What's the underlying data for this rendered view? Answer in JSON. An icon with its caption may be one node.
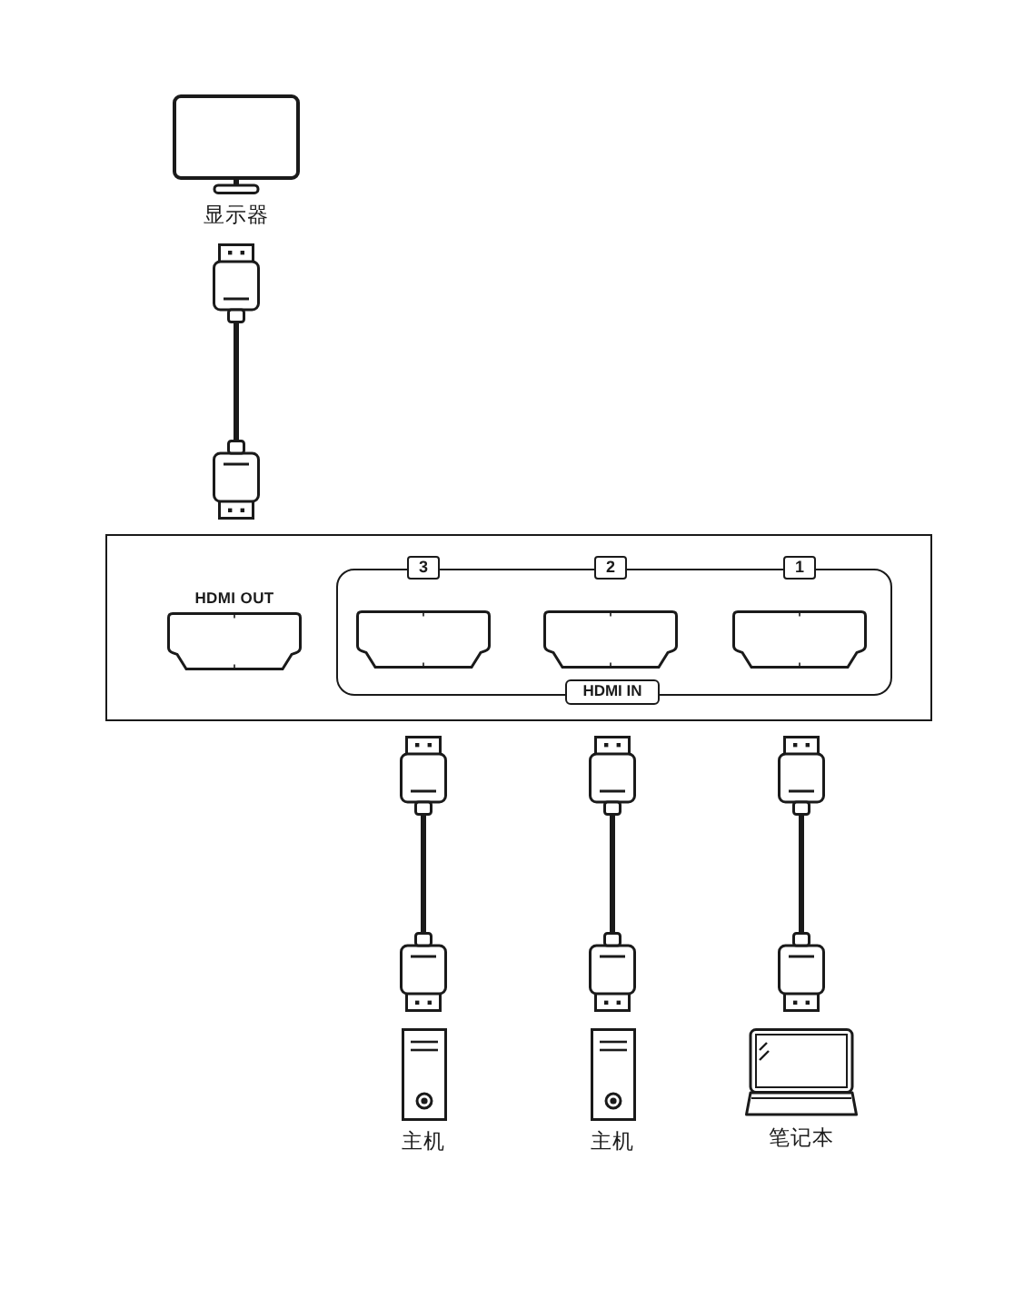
{
  "diagram": {
    "nodes": [
      {
        "text": [
          "显示器"
        ]
      },
      {
        "text": [],
        "shape": "picture"
      },
      {
        "text": [],
        "shape": "picture"
      },
      {
        "text": [],
        "shape": "box"
      },
      {
        "text": [
          "HDMI OUT"
        ],
        "in": 3
      },
      {
        "text": [
          "HDMI IN"
        ],
        "in": 3
      },
      {
        "text": [
          "3"
        ],
        "in": 5
      },
      {
        "text": [
          "2"
        ],
        "in": 5
      },
      {
        "text": [
          "1"
        ],
        "in": 5
      },
      {
        "text": [],
        "shape": "picture"
      },
      {
        "text": [],
        "shape": "picture"
      },
      {
        "text": [],
        "shape": "picture"
      },
      {
        "text": [],
        "shape": "picture"
      },
      {
        "text": [],
        "shape": "picture"
      },
      {
        "text": [],
        "shape": "picture"
      },
      {
        "text": [
          "主机"
        ]
      },
      {
        "text": [
          "主机"
        ]
      },
      {
        "text": [
          "笔记本"
        ]
      }
    ],
    "edges": [
      {
        "from": 1,
        "to": 2,
        "arrow": "none"
      },
      {
        "from": 9,
        "to": 12,
        "arrow": "none"
      },
      {
        "from": 10,
        "to": 13,
        "arrow": "none"
      },
      {
        "from": 11,
        "to": 14,
        "arrow": "none"
      }
    ]
  }
}
